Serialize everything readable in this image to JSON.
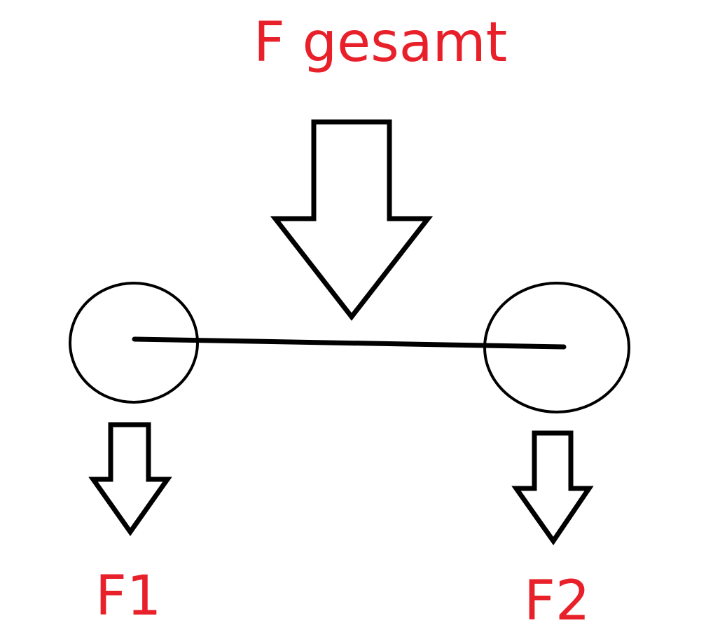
{
  "diagram": {
    "labels": {
      "total_force": "F gesamt",
      "force_left": "F1",
      "force_right": "F2"
    },
    "colors": {
      "label": "#e8202a",
      "stroke": "#000000",
      "background": "#ffffff"
    }
  }
}
